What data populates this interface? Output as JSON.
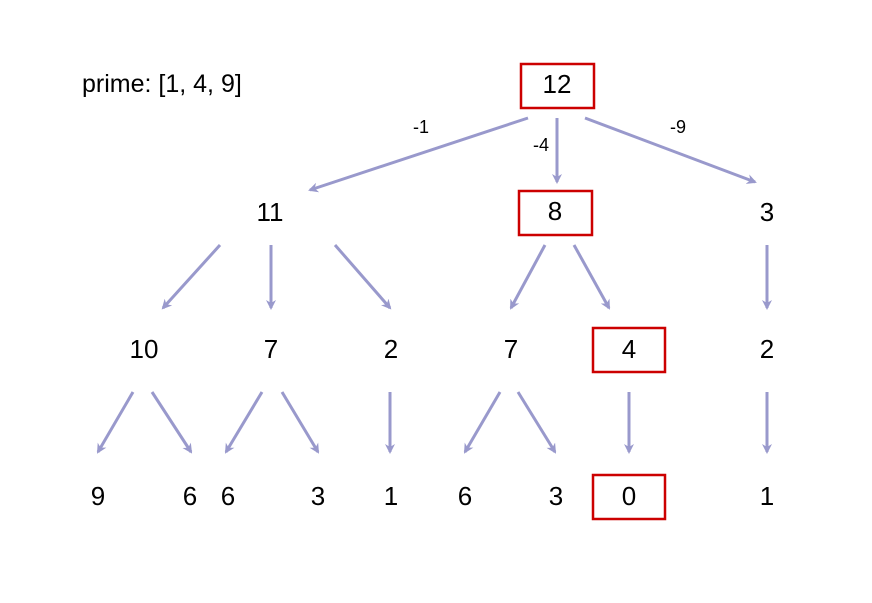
{
  "caption": "prime: [1, 4, 9]",
  "colors": {
    "arrow": "#9999cc",
    "highlight": "#cc0000",
    "text": "#000000"
  },
  "nodes": [
    {
      "id": "n12",
      "label": "12",
      "highlighted": true
    },
    {
      "id": "n11",
      "label": "11",
      "highlighted": false
    },
    {
      "id": "n8",
      "label": "8",
      "highlighted": true
    },
    {
      "id": "n3",
      "label": "3",
      "highlighted": false
    },
    {
      "id": "n10",
      "label": "10",
      "highlighted": false
    },
    {
      "id": "n7a",
      "label": "7",
      "highlighted": false
    },
    {
      "id": "n2a",
      "label": "2",
      "highlighted": false
    },
    {
      "id": "n7b",
      "label": "7",
      "highlighted": false
    },
    {
      "id": "n4",
      "label": "4",
      "highlighted": true
    },
    {
      "id": "n2b",
      "label": "2",
      "highlighted": false
    },
    {
      "id": "n9",
      "label": "9",
      "highlighted": false
    },
    {
      "id": "n6a",
      "label": "6",
      "highlighted": false
    },
    {
      "id": "n6b",
      "label": "6",
      "highlighted": false
    },
    {
      "id": "n3b",
      "label": "3",
      "highlighted": false
    },
    {
      "id": "n1a",
      "label": "1",
      "highlighted": false
    },
    {
      "id": "n6c",
      "label": "6",
      "highlighted": false
    },
    {
      "id": "n3c",
      "label": "3",
      "highlighted": false
    },
    {
      "id": "n0",
      "label": "0",
      "highlighted": true
    },
    {
      "id": "n1b",
      "label": "1",
      "highlighted": false
    }
  ],
  "edges": [
    {
      "from": "n12",
      "to": "n11",
      "label": "-1"
    },
    {
      "from": "n12",
      "to": "n8",
      "label": "-4"
    },
    {
      "from": "n12",
      "to": "n3",
      "label": "-9"
    },
    {
      "from": "n11",
      "to": "n10"
    },
    {
      "from": "n11",
      "to": "n7a"
    },
    {
      "from": "n11",
      "to": "n2a"
    },
    {
      "from": "n8",
      "to": "n7b"
    },
    {
      "from": "n8",
      "to": "n4"
    },
    {
      "from": "n3",
      "to": "n2b"
    },
    {
      "from": "n10",
      "to": "n9"
    },
    {
      "from": "n10",
      "to": "n6a"
    },
    {
      "from": "n7a",
      "to": "n6b"
    },
    {
      "from": "n7a",
      "to": "n3b"
    },
    {
      "from": "n2a",
      "to": "n1a"
    },
    {
      "from": "n7b",
      "to": "n6c"
    },
    {
      "from": "n7b",
      "to": "n3c"
    },
    {
      "from": "n4",
      "to": "n0"
    },
    {
      "from": "n2b",
      "to": "n1b"
    }
  ]
}
